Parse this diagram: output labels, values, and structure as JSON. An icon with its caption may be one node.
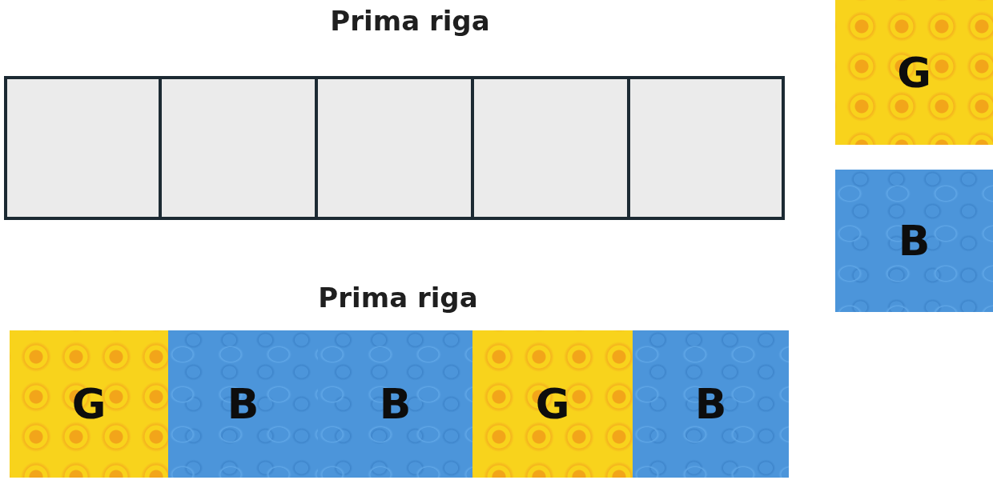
{
  "diagram": {
    "nodes": [
      {
        "text": [],
        "shape": "box"
      },
      {
        "text": [],
        "shape": "box"
      },
      {
        "text": [],
        "shape": "box"
      },
      {
        "text": [],
        "shape": "box"
      },
      {
        "text": [],
        "shape": "box"
      },
      {
        "text": [
          "G"
        ]
      },
      {
        "text": [
          "B"
        ]
      },
      {
        "text": [
          "G"
        ]
      },
      {
        "text": [
          "B"
        ]
      },
      {
        "text": [
          "B"
        ]
      },
      {
        "text": [
          "G"
        ]
      },
      {
        "text": [
          "B"
        ]
      }
    ],
    "edges": [],
    "labels": [
      "Prima riga",
      "Prima riga"
    ]
  }
}
